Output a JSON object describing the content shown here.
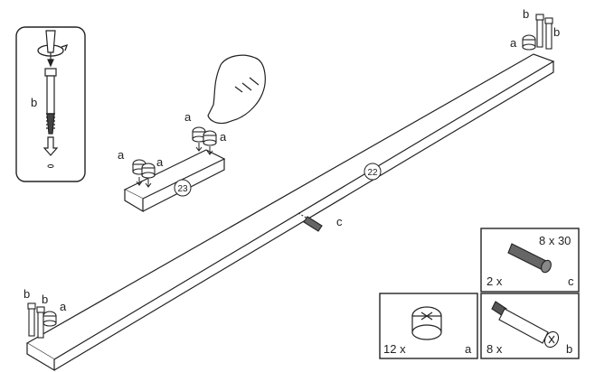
{
  "inset_screwdriver": {
    "labels": {
      "b": "b"
    }
  },
  "parts": {
    "long_rail": {
      "number": "22"
    },
    "short_rail": {
      "number": "23"
    }
  },
  "callouts": {
    "a": "a",
    "b": "b",
    "c": "c"
  },
  "legend": {
    "dowel": {
      "quantity": "2 x",
      "size": "8 x 30",
      "letter": "c"
    },
    "cam": {
      "quantity": "12 x",
      "letter": "a"
    },
    "bolt": {
      "quantity": "8 x",
      "letter": "b"
    }
  }
}
